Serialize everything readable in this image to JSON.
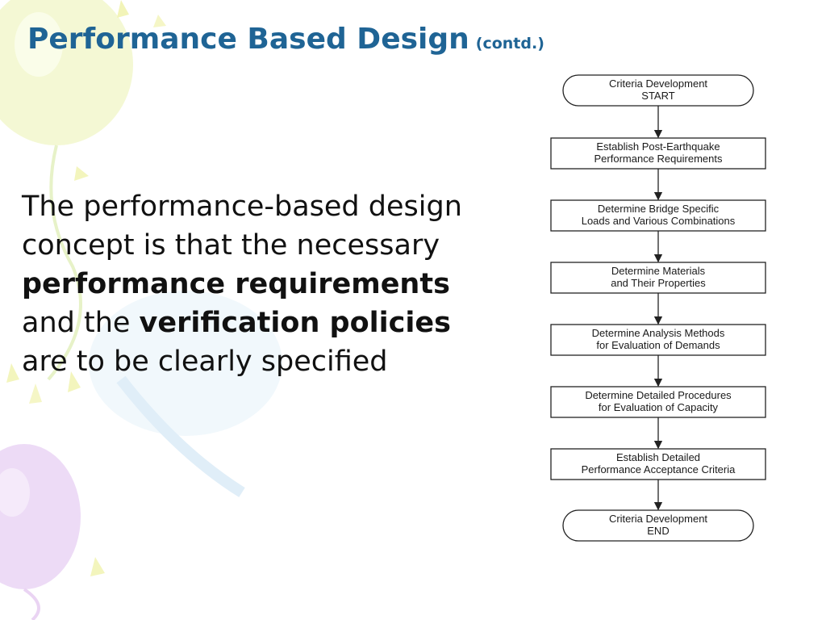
{
  "slide": {
    "title": "Performance Based Design",
    "title_suffix": "(contd.)",
    "body": {
      "line1": "The performance-based design",
      "line2": "concept is that the necessary",
      "line3_bold": "performance requirements",
      "line4_pre": "and the ",
      "line4_bold": "verification policies",
      "line5": "are to be clearly specified"
    }
  },
  "flowchart": {
    "steps": [
      {
        "shape": "terminal",
        "lines": [
          "Criteria Development",
          "START"
        ]
      },
      {
        "shape": "process",
        "lines": [
          "Establish  Post-Earthquake",
          "Performance  Requirements"
        ]
      },
      {
        "shape": "process",
        "lines": [
          "Determine Bridge Specific",
          "Loads and Various Combinations"
        ]
      },
      {
        "shape": "process",
        "lines": [
          "Determine Materials",
          "and Their Properties"
        ]
      },
      {
        "shape": "process",
        "lines": [
          "Determine Analysis Methods",
          "for Evaluation of  Demands"
        ]
      },
      {
        "shape": "process",
        "lines": [
          "Determine Detailed Procedures",
          "for Evaluation of Capacity"
        ]
      },
      {
        "shape": "process",
        "lines": [
          "Establish  Detailed",
          "Performance Acceptance Criteria"
        ]
      },
      {
        "shape": "terminal",
        "lines": [
          "Criteria Development",
          "END"
        ]
      }
    ]
  }
}
